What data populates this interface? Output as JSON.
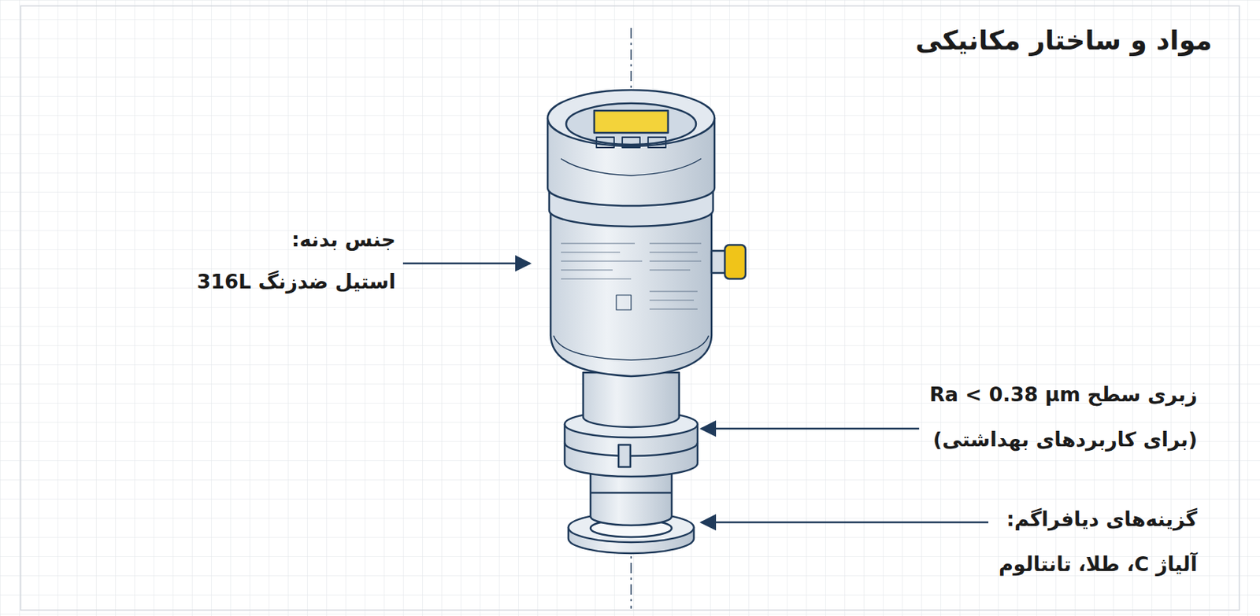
{
  "diagram": {
    "title": "مواد و ساختار مکانیکی",
    "labels": [
      "جنس بدنه:",
      "استیل ضدزنگ 316L",
      "زبری سطح Ra < 0.38 µm",
      "(برای کاربردهای بهداشتی)",
      "گزینه‌های دیافراگم:",
      "آلیاژ C، طلا، تانتالوم"
    ]
  }
}
